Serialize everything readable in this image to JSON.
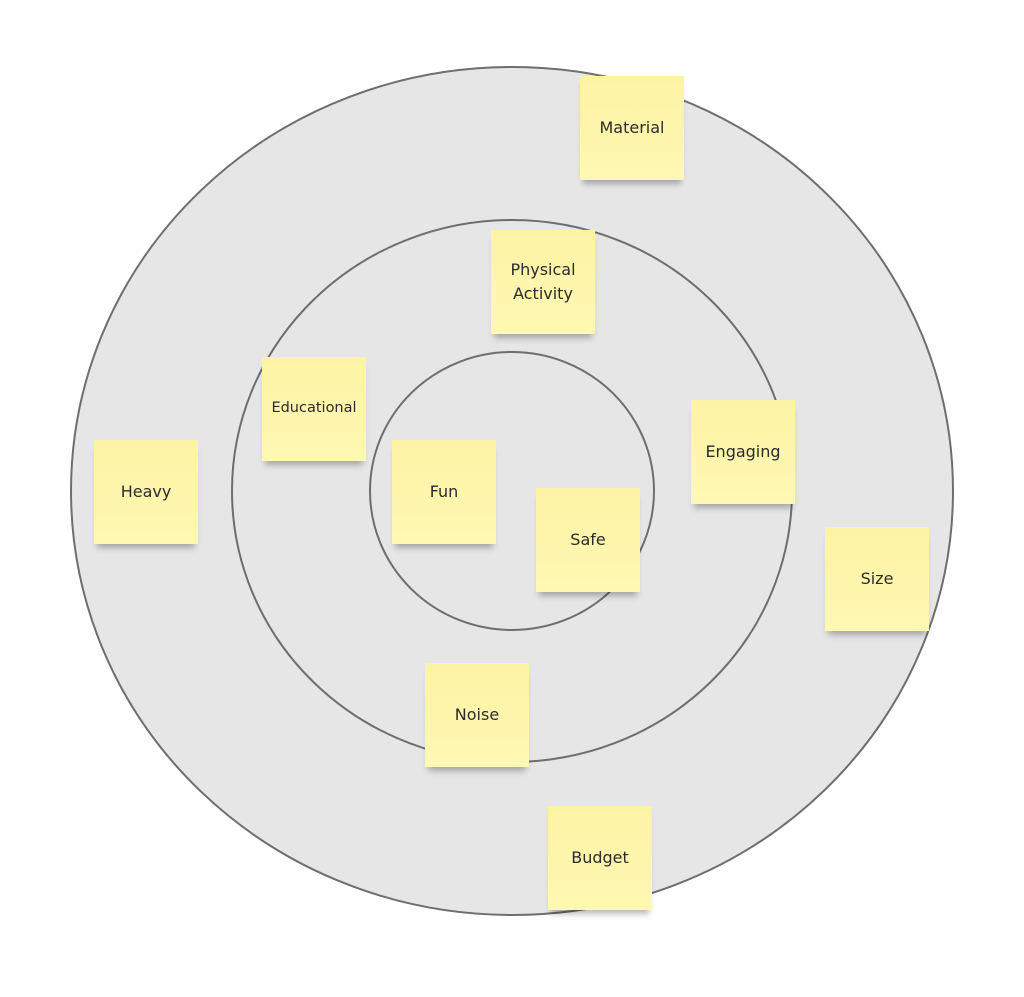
{
  "diagram": {
    "colors": {
      "ring_fill": "#e6e6e6",
      "ring_stroke": "#6e6e6e",
      "note": "#fdf5a8"
    },
    "notes": {
      "material": "Material",
      "physical_activity": "Physical Activity",
      "educational": "Educational",
      "heavy": "Heavy",
      "fun": "Fun",
      "safe": "Safe",
      "engaging": "Engaging",
      "size": "Size",
      "noise": "Noise",
      "budget": "Budget"
    }
  }
}
